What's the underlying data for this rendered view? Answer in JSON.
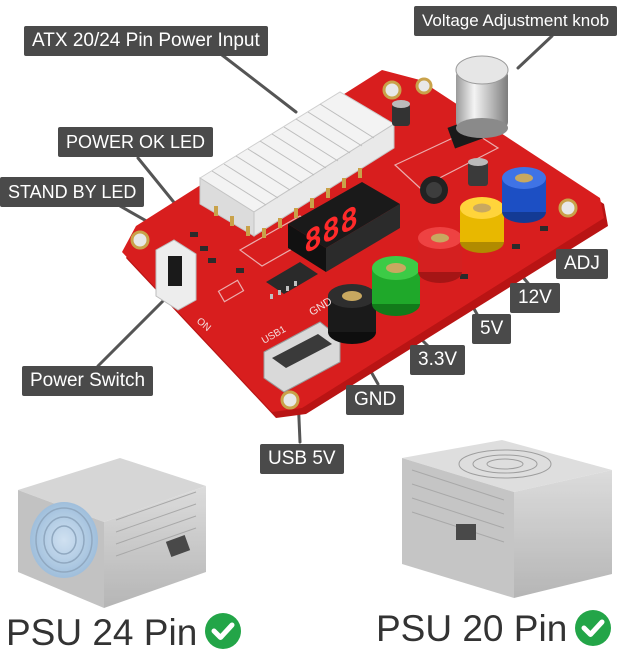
{
  "callouts": {
    "power_input": "ATX 20/24 Pin Power Input",
    "voltage_knob": "Voltage Adjustment knob",
    "power_ok_led": "POWER OK LED",
    "standby_led": "STAND BY LED",
    "power_switch": "Power Switch",
    "adj": "ADJ",
    "v12": "12V",
    "v5": "5V",
    "v33": "3.3V",
    "gnd": "GND",
    "usb5v": "USB 5V"
  },
  "psu": {
    "left_label": "PSU 24 Pin",
    "right_label": "PSU 20 Pin"
  },
  "icons": {
    "check": "check-circle-icon",
    "check_color": "#23a548"
  },
  "colors": {
    "board": "#d81e1e",
    "callout_bg": "#4a4a4a",
    "terminal_black": "#1a1a1a",
    "terminal_green": "#1fa82a",
    "terminal_red": "#d42020",
    "terminal_yellow": "#e8b800",
    "terminal_blue": "#1c4fc4",
    "display_digits": "#ff2a2a"
  },
  "board": {
    "display_text": "888",
    "switch_on_label": "ON",
    "usb_label": "USB1",
    "gnd_silk": "GND"
  }
}
